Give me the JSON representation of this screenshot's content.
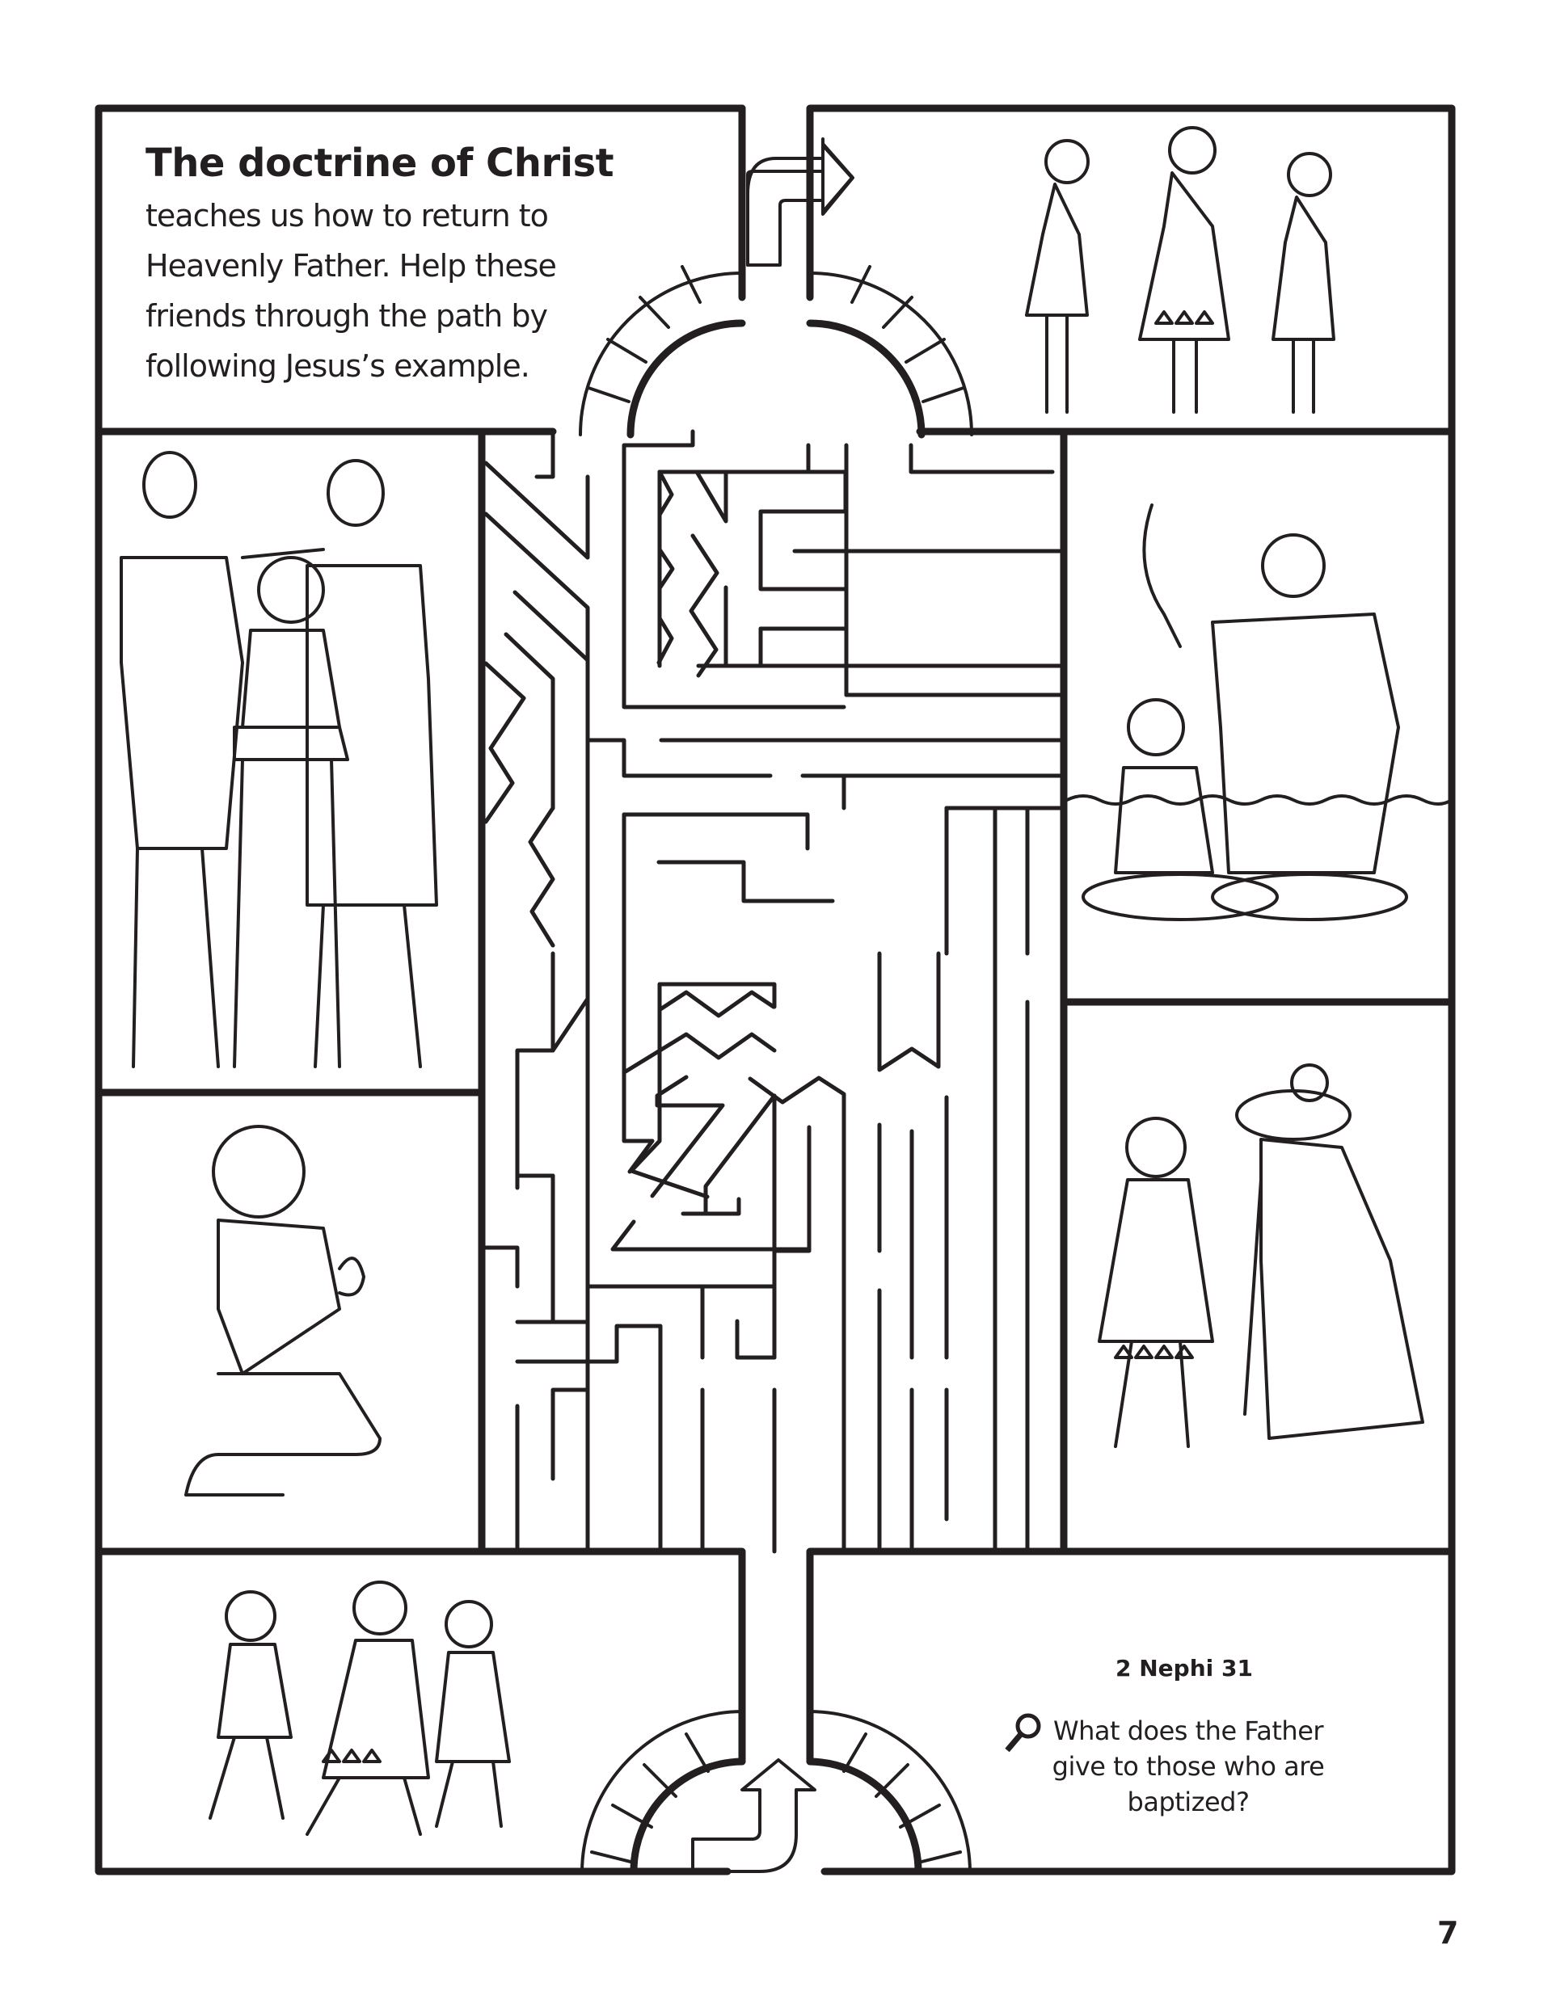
{
  "page": {
    "title": "The doctrine of Christ",
    "intro": "teaches us how to return to Heavenly Father. Help these friends through the path by following Jesus’s example.",
    "page_number": "7"
  },
  "study": {
    "scripture_reference": "2 Nephi 31",
    "question": "What does the Father give to those who are baptized?",
    "icon": "magnifying-glass-icon"
  },
  "maze": {
    "start": "bottom-center-arch",
    "finish": "top-center-arch",
    "start_arrow": "up-arrow-icon",
    "finish_arrow": "right-arrow-icon"
  },
  "panels": [
    {
      "id": "top-right",
      "scene": "three children standing (finish)"
    },
    {
      "id": "left-upper",
      "scene": "two men giving a blessing to a seated girl"
    },
    {
      "id": "right-upper",
      "scene": "man baptizing a girl in water"
    },
    {
      "id": "left-lower",
      "scene": "boy kneeling in prayer"
    },
    {
      "id": "right-lower",
      "scene": "girl helping an elderly woman walk"
    },
    {
      "id": "bottom-left",
      "scene": "three children walking (start)"
    }
  ],
  "colors": {
    "ink": "#231f20",
    "paper": "#ffffff"
  }
}
